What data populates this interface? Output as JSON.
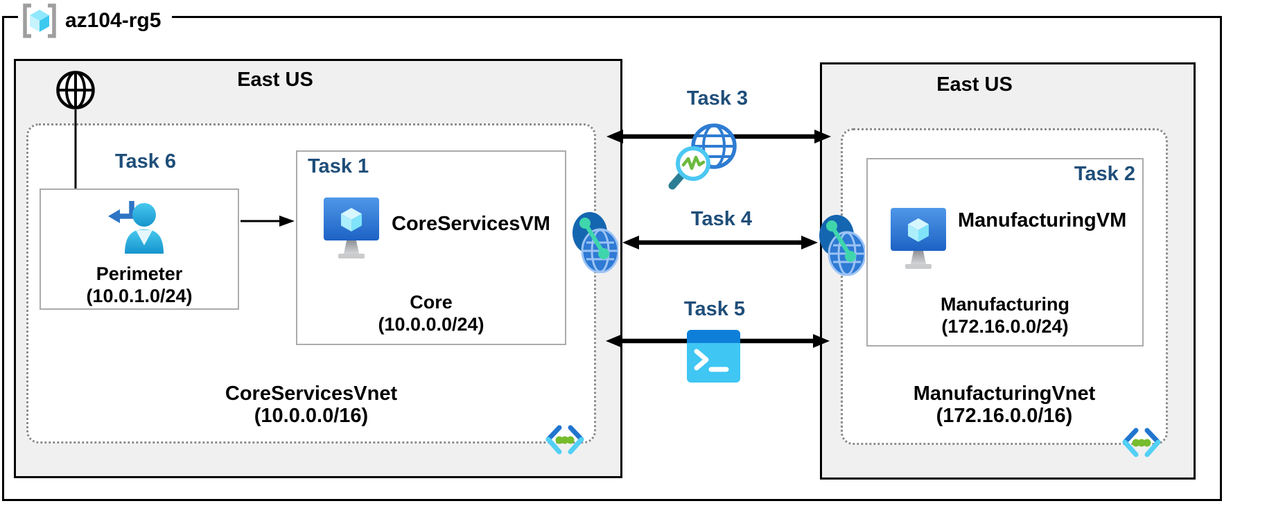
{
  "resource_group": {
    "label": "az104-rg5"
  },
  "left_region": {
    "label": "East US"
  },
  "right_region": {
    "label": "East US"
  },
  "tasks": {
    "t1": "Task 1",
    "t2": "Task 2",
    "t3": "Task 3",
    "t4": "Task 4",
    "t5": "Task 5",
    "t6": "Task 6"
  },
  "core_vnet": {
    "name": "CoreServicesVnet",
    "cidr": "(10.0.0.0/16)"
  },
  "perimeter_subnet": {
    "name": "Perimeter",
    "cidr": "(10.0.1.0/24)"
  },
  "core_subnet": {
    "vm_name": "CoreServicesVM",
    "name": "Core",
    "cidr": "(10.0.0.0/24)"
  },
  "mfg_vnet": {
    "name": "ManufacturingVnet",
    "cidr": "(172.16.0.0/16)"
  },
  "mfg_subnet": {
    "vm_name": "ManufacturingVM",
    "name": "Manufacturing",
    "cidr": "(172.16.0.0/24)"
  },
  "icons": {
    "resource_group": "resource-group-cube-icon",
    "internet": "internet-globe-icon",
    "perimeter_user": "user-signin-icon",
    "virtual_machine": "virtual-machine-monitor-icon",
    "network_watcher": "network-watcher-magnifier-icon",
    "peering": "vnet-peering-globes-icon",
    "cloud_shell": "cloud-shell-terminal-icon",
    "virtual_network": "virtual-network-brackets-icon"
  },
  "colors": {
    "task_label": "#1F4E79",
    "region_fill": "#F0F0F0",
    "outline": "#000000",
    "dotted_border": "#8C8C8C",
    "sub_box_border": "#ABABAB",
    "azure_blue": "#2E7AD1",
    "cyan": "#50C7F0",
    "green": "#76BC2D",
    "teal_link": "#3FD6AC"
  }
}
